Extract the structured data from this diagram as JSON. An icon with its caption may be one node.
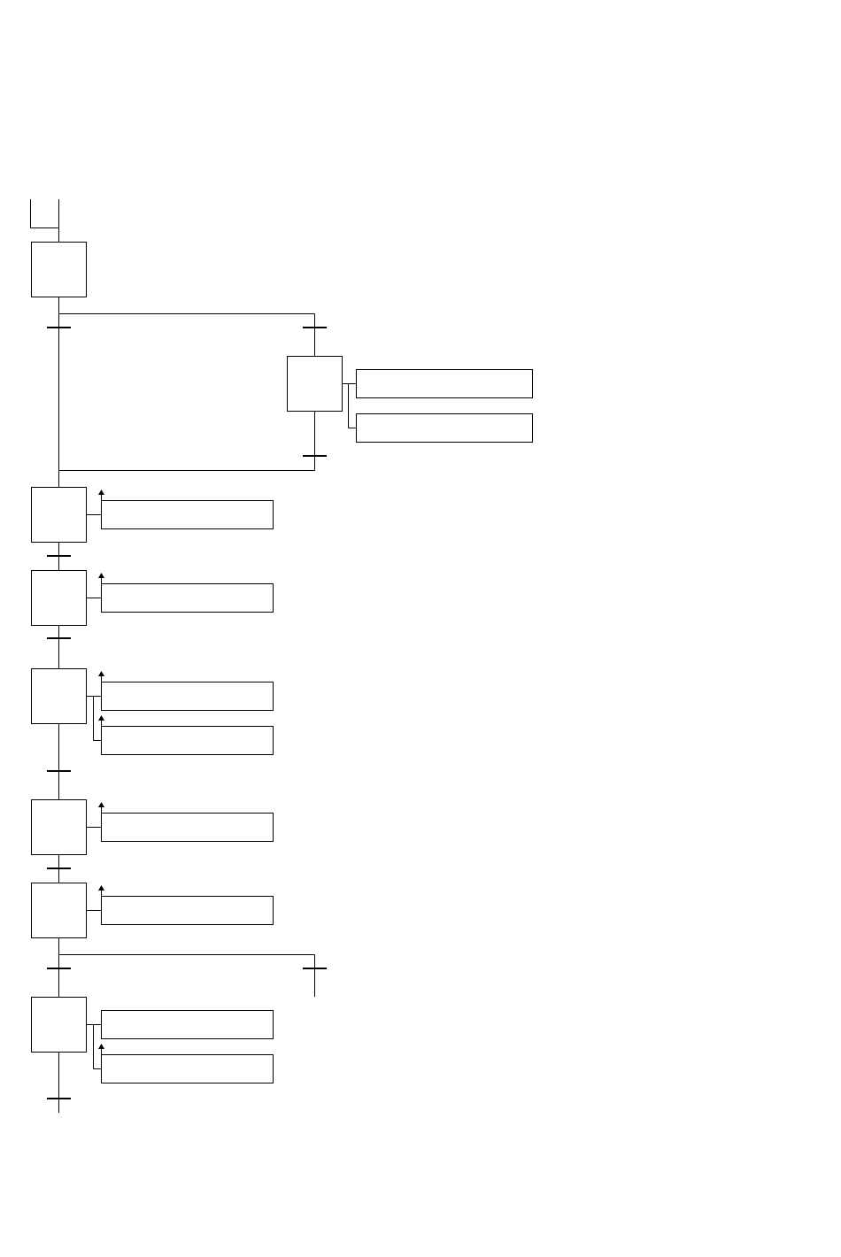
{
  "diagram": {
    "nodes": [
      {
        "text": [],
        "shape": "box"
      },
      {
        "text": [],
        "shape": "bar"
      },
      {
        "text": [],
        "shape": "bar"
      },
      {
        "text": [],
        "shape": "box"
      },
      {
        "text": [],
        "shape": "box"
      },
      {
        "text": [],
        "shape": "box"
      },
      {
        "text": [],
        "shape": "bar"
      },
      {
        "text": [],
        "shape": "box"
      },
      {
        "text": [],
        "shape": "arrow"
      },
      {
        "text": [],
        "shape": "box"
      },
      {
        "text": [],
        "shape": "bar"
      },
      {
        "text": [],
        "shape": "box"
      },
      {
        "text": [],
        "shape": "arrow"
      },
      {
        "text": [],
        "shape": "box"
      },
      {
        "text": [],
        "shape": "bar"
      },
      {
        "text": [],
        "shape": "box"
      },
      {
        "text": [],
        "shape": "arrow"
      },
      {
        "text": [],
        "shape": "box"
      },
      {
        "text": [],
        "shape": "arrow"
      },
      {
        "text": [],
        "shape": "box"
      },
      {
        "text": [],
        "shape": "bar"
      },
      {
        "text": [],
        "shape": "box"
      },
      {
        "text": [],
        "shape": "arrow"
      },
      {
        "text": [],
        "shape": "box"
      },
      {
        "text": [],
        "shape": "bar"
      },
      {
        "text": [],
        "shape": "box"
      },
      {
        "text": [],
        "shape": "arrow"
      },
      {
        "text": [],
        "shape": "box"
      },
      {
        "text": [],
        "shape": "bar"
      },
      {
        "text": [],
        "shape": "bar"
      },
      {
        "text": [],
        "shape": "box"
      },
      {
        "text": [],
        "shape": "box"
      },
      {
        "text": [],
        "shape": "arrow"
      },
      {
        "text": [],
        "shape": "box"
      },
      {
        "text": [],
        "shape": "bar"
      }
    ],
    "edges": [
      {
        "from": null,
        "to": 0,
        "arrow": "none"
      },
      {
        "from": null,
        "to": 0,
        "arrow": "none"
      },
      {
        "from": 0,
        "to": 1,
        "arrow": "none"
      },
      {
        "from": 0,
        "to": 2,
        "arrow": "none"
      },
      {
        "from": 2,
        "to": 3,
        "arrow": "none"
      },
      {
        "from": 3,
        "to": 4,
        "arrow": "none"
      },
      {
        "from": 3,
        "to": 5,
        "arrow": "none"
      },
      {
        "from": 3,
        "to": 6,
        "arrow": "none"
      },
      {
        "from": 6,
        "to": 7,
        "arrow": "none"
      },
      {
        "from": 1,
        "to": 7,
        "arrow": "none"
      },
      {
        "from": 7,
        "to": 9,
        "arrow": "none"
      },
      {
        "from": 7,
        "to": 10,
        "arrow": "none"
      },
      {
        "from": 10,
        "to": 11,
        "arrow": "none"
      },
      {
        "from": 11,
        "to": 13,
        "arrow": "none"
      },
      {
        "from": 11,
        "to": 14,
        "arrow": "none"
      },
      {
        "from": 14,
        "to": 15,
        "arrow": "none"
      },
      {
        "from": 15,
        "to": 17,
        "arrow": "none"
      },
      {
        "from": 15,
        "to": 19,
        "arrow": "none"
      },
      {
        "from": 15,
        "to": 20,
        "arrow": "none"
      },
      {
        "from": 20,
        "to": 21,
        "arrow": "none"
      },
      {
        "from": 21,
        "to": 23,
        "arrow": "none"
      },
      {
        "from": 21,
        "to": 24,
        "arrow": "none"
      },
      {
        "from": 24,
        "to": 25,
        "arrow": "none"
      },
      {
        "from": 25,
        "to": 27,
        "arrow": "none"
      },
      {
        "from": 25,
        "to": 28,
        "arrow": "none"
      },
      {
        "from": 25,
        "to": 29,
        "arrow": "none"
      },
      {
        "from": 28,
        "to": 30,
        "arrow": "none"
      },
      {
        "from": 29,
        "to": null,
        "arrow": "none"
      },
      {
        "from": 30,
        "to": 31,
        "arrow": "none"
      },
      {
        "from": 30,
        "to": 33,
        "arrow": "none"
      },
      {
        "from": 30,
        "to": 34,
        "arrow": "none"
      },
      {
        "from": 34,
        "to": null,
        "arrow": "none"
      }
    ]
  }
}
